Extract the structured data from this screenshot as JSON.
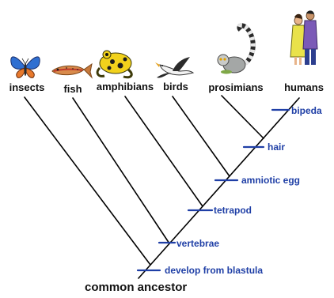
{
  "colors": {
    "branch": "#000000",
    "trait_mark": "#1f3fa6",
    "trait_text": "#1f3fa6",
    "taxon_text": "#111111"
  },
  "taxa": [
    {
      "label": "insects",
      "icon": "butterfly-icon"
    },
    {
      "label": "fish",
      "icon": "fish-icon"
    },
    {
      "label": "amphibians",
      "icon": "frog-icon"
    },
    {
      "label": "birds",
      "icon": "bird-icon"
    },
    {
      "label": "prosimians",
      "icon": "lemur-icon"
    },
    {
      "label": "humans",
      "icon": "human-couple-icon"
    }
  ],
  "traits": [
    {
      "label": "develop from blastula"
    },
    {
      "label": "vertebrae"
    },
    {
      "label": "tetrapod"
    },
    {
      "label": "amniotic egg"
    },
    {
      "label": "hair"
    },
    {
      "label": "bipeda"
    }
  ],
  "root_label": "common ancestor"
}
